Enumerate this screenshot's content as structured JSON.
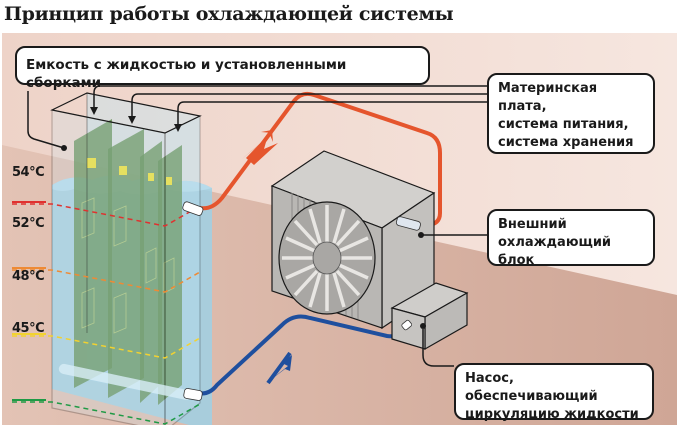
{
  "title": "Принцип работы охлаждающей системы",
  "callouts": {
    "tank": "Емкость с жидкостью и установленными сборками",
    "boards": "Материнская плата,\nсистема питания,\nсистема хранения",
    "cooler": "Внешний\nохлаждающий блок",
    "pump": "Насос, обеспечивающий\nциркуляцию жидкости"
  },
  "temperatures": [
    {
      "label": "54°C",
      "color": "#e0312f"
    },
    {
      "label": "52°C",
      "color": "#ee8a35"
    },
    {
      "label": "48°C",
      "color": "#f2d230"
    },
    {
      "label": "45°C",
      "color": "#1f9a45"
    }
  ],
  "colors": {
    "hot_pipe": "#e5552d",
    "cold_pipe": "#1f4f9e",
    "liquid": "#9fd0e4",
    "board": "#5d8a4a",
    "chip": "#f0e030",
    "radiator": "#b9b7b4",
    "bg_light": "#f3e0d8",
    "bg_dark": "#d6b3a5"
  }
}
